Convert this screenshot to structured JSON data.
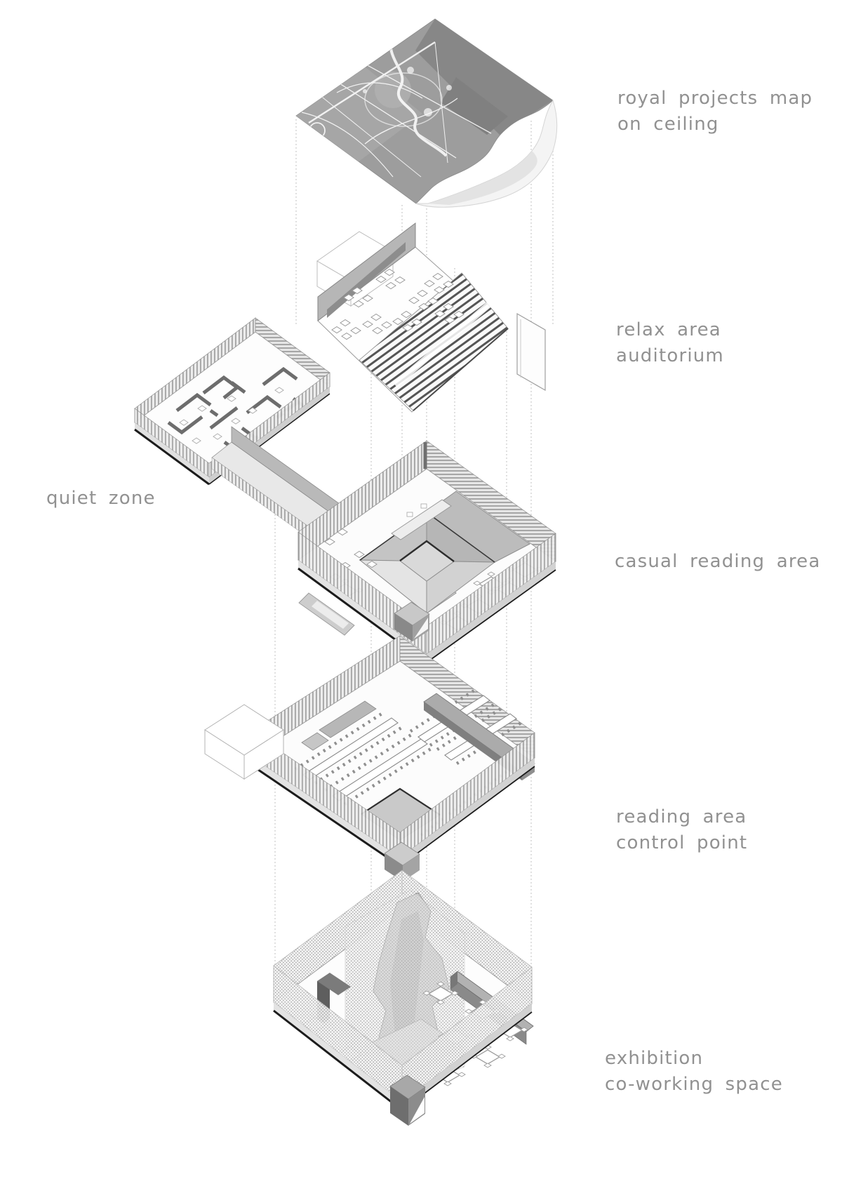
{
  "diagram": {
    "type": "exploded-axonometric-building-diagram",
    "levels": [
      {
        "id": "ceiling-map",
        "label": "royal projects map\non ceiling",
        "side": "right"
      },
      {
        "id": "auditorium",
        "label": "relax area\nauditorium",
        "side": "right"
      },
      {
        "id": "quiet-zone",
        "label": "quiet zone",
        "side": "left"
      },
      {
        "id": "casual-reading",
        "label": "casual reading area",
        "side": "right"
      },
      {
        "id": "control-point",
        "label": "reading area\ncontrol point",
        "side": "right"
      },
      {
        "id": "exhibition",
        "label": "exhibition\nco-working space",
        "side": "right"
      }
    ],
    "colors": {
      "label_text": "#919191",
      "line": "#9a9a9a",
      "dark_wall": "#6d6d6d",
      "map_base": "#9d9d9d",
      "shadow_edge": "#1c1c1c"
    }
  }
}
